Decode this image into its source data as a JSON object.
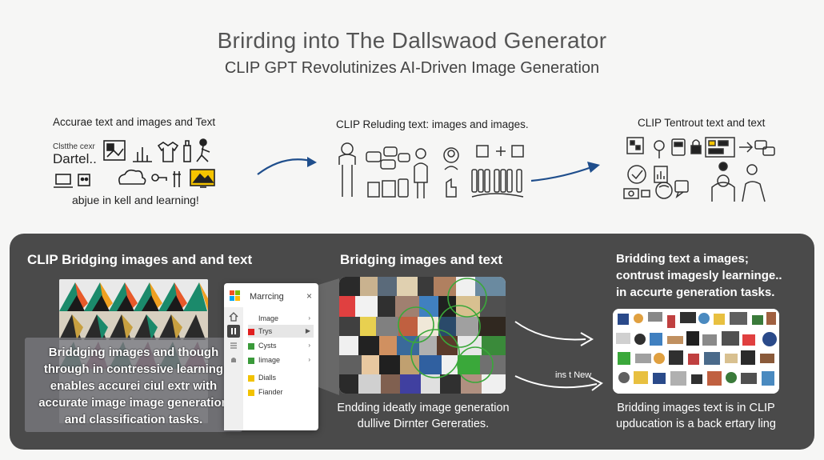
{
  "header": {
    "title": "Brirding into The Dallswaod Generator",
    "subtitle": "CLIP GPT Revolutinizes AI-Driven Image Generation"
  },
  "top_row": {
    "left_label": "Accurae text and images and Text",
    "left_doc_line1": "Clstthe cexr",
    "left_doc_line2": "Dartel..",
    "left_caption": "abjue in kell and learning!",
    "middle_label": "CLIP Reluding text: images and images.",
    "right_label": "CLIP Tentrout text and text"
  },
  "panel": {
    "col1_title": "CLIP Bridging images and and text",
    "col2_title": "Bridging images and text",
    "col3_title_lines": [
      "Bridding text a images;",
      "contrust imagesly learninge..",
      "in accurte generation tasks."
    ],
    "overlay_lines": [
      "Briddging images and though",
      "through in contressive learning",
      "enables accurei ciul extr with",
      "accurate image image generation",
      "and classification tasks."
    ],
    "col2_caption_lines": [
      "Endding ideatly image generation",
      "dullive Dirnter Gereraties."
    ],
    "col3_caption_lines": [
      "Bridding images text is in CLIP",
      "upducation is a back ertary ling"
    ],
    "arrow_label": "ins t New"
  },
  "menu": {
    "title": "Marrcing",
    "close": "×",
    "items": [
      {
        "label": "Image",
        "color": "",
        "arrow": "›",
        "selected": false
      },
      {
        "label": "Trys",
        "color": "#e02020",
        "arrow": "▶",
        "selected": true
      },
      {
        "label": "Cysts",
        "color": "#3a9a3a",
        "arrow": "›",
        "selected": false
      },
      {
        "label": "Iimage",
        "color": "#3a9a3a",
        "arrow": "›",
        "selected": false
      },
      {
        "label": "Dialls",
        "color": "#f2c200",
        "arrow": "",
        "selected": false
      },
      {
        "label": "Fiander",
        "color": "#f2c200",
        "arrow": "",
        "selected": false
      }
    ]
  },
  "colors": {
    "panel_bg": "#4a4a4a",
    "arrow_blue": "#1f4e8c",
    "ring_green": "#3aa83a"
  }
}
